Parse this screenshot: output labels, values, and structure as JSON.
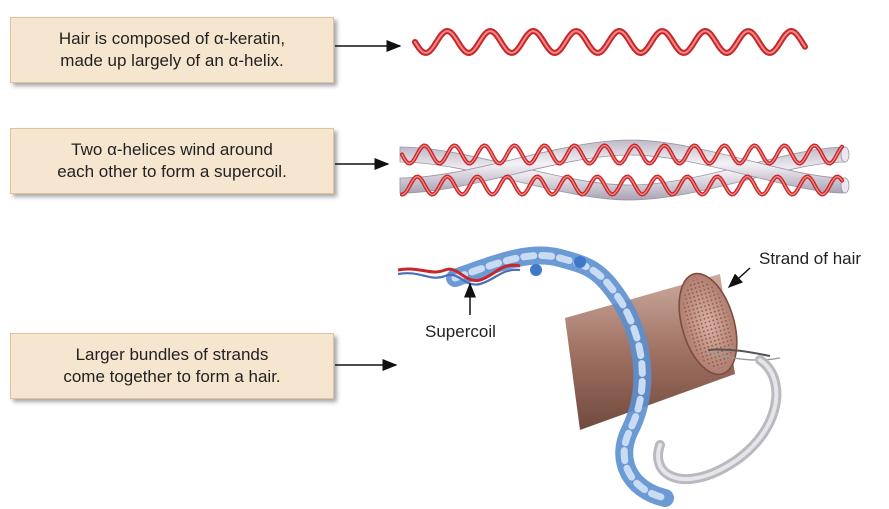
{
  "boxes": [
    {
      "line1": "Hair is composed of α-keratin,",
      "line2": "made up largely of an α-helix."
    },
    {
      "line1": "Two α-helices wind around",
      "line2": "each other to form a supercoil."
    },
    {
      "line1": "Larger bundles of strands",
      "line2": "come together to form a hair."
    }
  ],
  "labels": {
    "strand": "Strand of hair",
    "supercoil": "Supercoil"
  },
  "colors": {
    "box_fill": "#f6e6cf",
    "helix_red": "#c8262a",
    "tube_white": "#e8e4ec",
    "bundle_blue": "#6f9fd8",
    "hair_brown": "#8a5a4a"
  }
}
